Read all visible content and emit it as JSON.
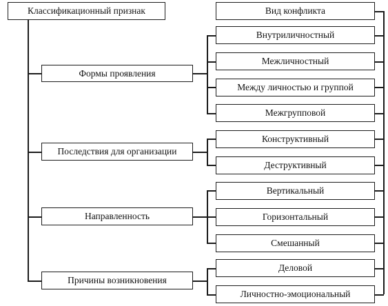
{
  "header": {
    "left": "Классификационный признак",
    "right": "Вид конфликта"
  },
  "groups": [
    {
      "label": "Формы проявления",
      "items": [
        "Внутриличностный",
        "Межличностный",
        "Между личностью и группой",
        "Межгрупповой"
      ]
    },
    {
      "label": "Последствия для организации",
      "items": [
        "Конструктивный",
        "Деструктивный"
      ]
    },
    {
      "label": "Направленность",
      "items": [
        "Вертикальный",
        "Горизонтальный",
        "Смешанный"
      ]
    },
    {
      "label": "Причины возникновения",
      "items": [
        "Деловой",
        "Личностно-эмоциональный"
      ]
    }
  ]
}
